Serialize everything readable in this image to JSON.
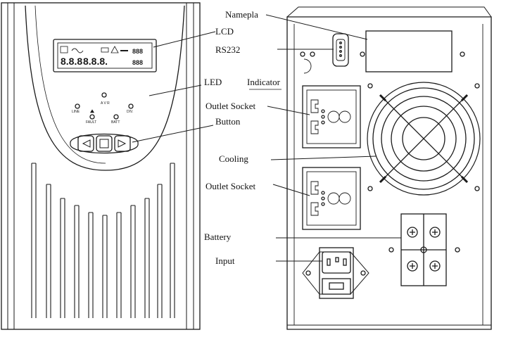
{
  "labels": {
    "nameplate": "Namepla",
    "lcd": "LCD",
    "rs232": "RS232",
    "led": "LED",
    "indicator": "Indicator",
    "outlet_socket_1": "Outlet  Socket",
    "button": "Button",
    "cooling": "Cooling",
    "outlet_socket_2": "Outlet  Socket",
    "battery": "Battery",
    "input": "Input"
  },
  "front_panel": {
    "led_labels": {
      "line": "LINE",
      "avr": "A V R",
      "dvr": "DIV.",
      "fault": "FAULT",
      "batt": "BATT"
    },
    "lcd_readout": {
      "left_digits": "8.8.8",
      "middle_digits": "8.8.8.",
      "right_top": "888",
      "right_bottom": "888"
    }
  },
  "colors": {
    "line": "#1a1a1a",
    "background": "#ffffff"
  },
  "icons": [
    "sine-wave-icon",
    "battery-icon",
    "warning-icon",
    "power-plug-icon",
    "fan-grille-icon",
    "screw-icon",
    "ac-socket-icon",
    "iec-inlet-icon",
    "fuse-icon"
  ]
}
